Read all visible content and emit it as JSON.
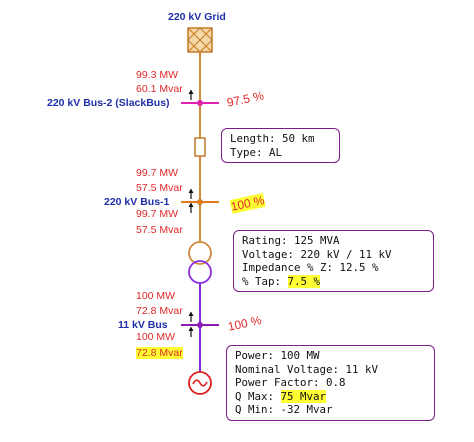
{
  "grid": {
    "label": "220 kV Grid"
  },
  "slack_bus": {
    "label": "220 kV Bus-2 (SlackBus)",
    "p_flow": "99.3 MW",
    "q_flow": "60.1 Mvar",
    "loading": "97.5 %"
  },
  "line": {
    "rows": [
      {
        "label": "Length:",
        "value": "50 km"
      },
      {
        "label": "Type:",
        "value": "AL"
      }
    ]
  },
  "bus1": {
    "label": "220 kV Bus-1",
    "p_in": "99.7 MW",
    "q_in": "57.5 Mvar",
    "p_out": "99.7 MW",
    "q_out": "57.5 Mvar",
    "loading": "100 %"
  },
  "transformer": {
    "rows": [
      {
        "label": "Rating:",
        "value": "125 MVA"
      },
      {
        "label": "Voltage:",
        "value": "220 kV / 11 kV"
      },
      {
        "label": "Impedance % Z:",
        "value": "12.5 %"
      },
      {
        "label": "% Tap:",
        "value": "7.5 %"
      }
    ]
  },
  "lv_bus": {
    "label": "11 kV Bus",
    "p_in": "100 MW",
    "q_in": "72.8 Mvar",
    "p_out": "100 MW",
    "q_out": "72.8 Mvar",
    "loading": "100 %"
  },
  "generator": {
    "rows": [
      {
        "label": "Power:",
        "value": "100 MW"
      },
      {
        "label": "Nominal Voltage:",
        "value": "11 kV"
      },
      {
        "label": "Power Factor:",
        "value": "0.8"
      },
      {
        "label": "Q Max:",
        "value": "75 Mvar"
      },
      {
        "label": "Q Min:",
        "value": "-32 Mvar"
      }
    ]
  },
  "colors": {
    "hv": "#d08a3c",
    "lv": "#8a2be2",
    "bus_slack": "#e020b0",
    "bus1": "#e07a1a",
    "lv_bus": "#8a1ab4",
    "text_blue": "#1f2fa8",
    "text_red": "#e0282a",
    "box_border": "#7e1d8a",
    "highlight": "#ffff33",
    "generator": "#e02020"
  }
}
